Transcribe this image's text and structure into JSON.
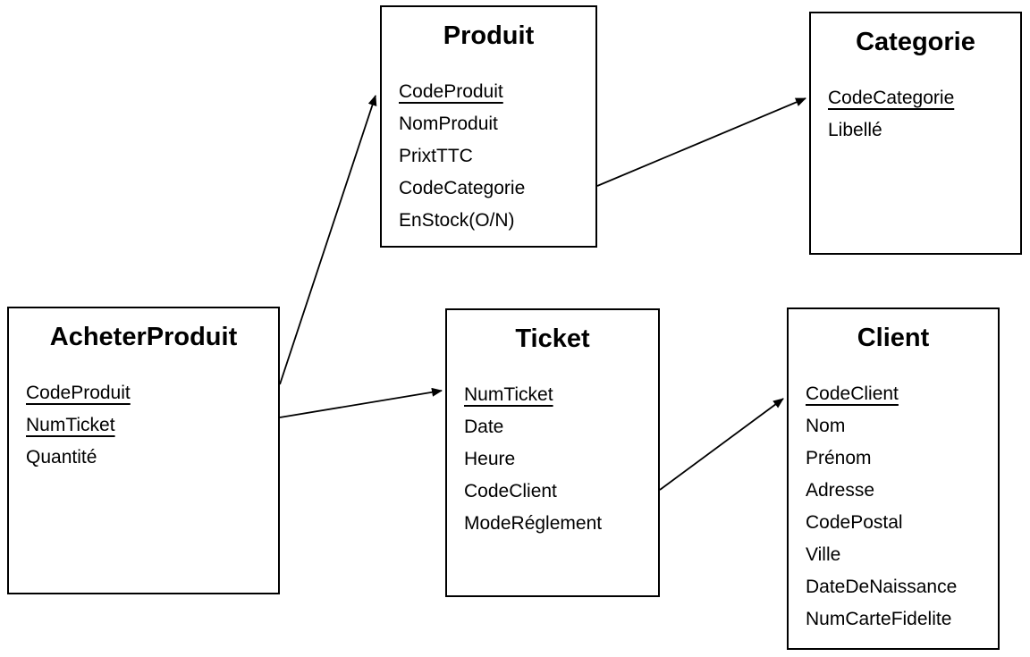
{
  "colors": {
    "line": "#000000",
    "background": "#ffffff",
    "text": "#000000"
  },
  "entities": [
    {
      "id": "produit",
      "title": "Produit",
      "fields": [
        {
          "name": "CodeProduit",
          "key": true
        },
        {
          "name": "NomProduit",
          "key": false
        },
        {
          "name": "PrixtTTC",
          "key": false
        },
        {
          "name": "CodeCategorie",
          "key": false
        },
        {
          "name": "EnStock(O/N)",
          "key": false
        }
      ]
    },
    {
      "id": "categorie",
      "title": "Categorie",
      "fields": [
        {
          "name": "CodeCategorie",
          "key": true
        },
        {
          "name": "Libellé",
          "key": false
        }
      ]
    },
    {
      "id": "acheterproduit",
      "title": "AcheterProduit",
      "fields": [
        {
          "name": "CodeProduit",
          "key": true
        },
        {
          "name": "NumTicket",
          "key": true
        },
        {
          "name": "Quantité",
          "key": false
        }
      ]
    },
    {
      "id": "ticket",
      "title": "Ticket",
      "fields": [
        {
          "name": "NumTicket",
          "key": true
        },
        {
          "name": "Date",
          "key": false
        },
        {
          "name": "Heure",
          "key": false
        },
        {
          "name": "CodeClient",
          "key": false
        },
        {
          "name": "ModeRéglement",
          "key": false
        }
      ]
    },
    {
      "id": "client",
      "title": "Client",
      "fields": [
        {
          "name": "CodeClient",
          "key": true
        },
        {
          "name": "Nom",
          "key": false
        },
        {
          "name": "Prénom",
          "key": false
        },
        {
          "name": "Adresse",
          "key": false
        },
        {
          "name": "CodePostal",
          "key": false
        },
        {
          "name": "Ville",
          "key": false
        },
        {
          "name": "DateDeNaissance",
          "key": false
        },
        {
          "name": "NumCarteFidelite",
          "key": false
        }
      ]
    }
  ],
  "relations": [
    {
      "from": "AcheterProduit",
      "to": "Produit"
    },
    {
      "from": "AcheterProduit",
      "to": "Ticket"
    },
    {
      "from": "Produit",
      "to": "Categorie"
    },
    {
      "from": "Ticket",
      "to": "Client"
    }
  ]
}
